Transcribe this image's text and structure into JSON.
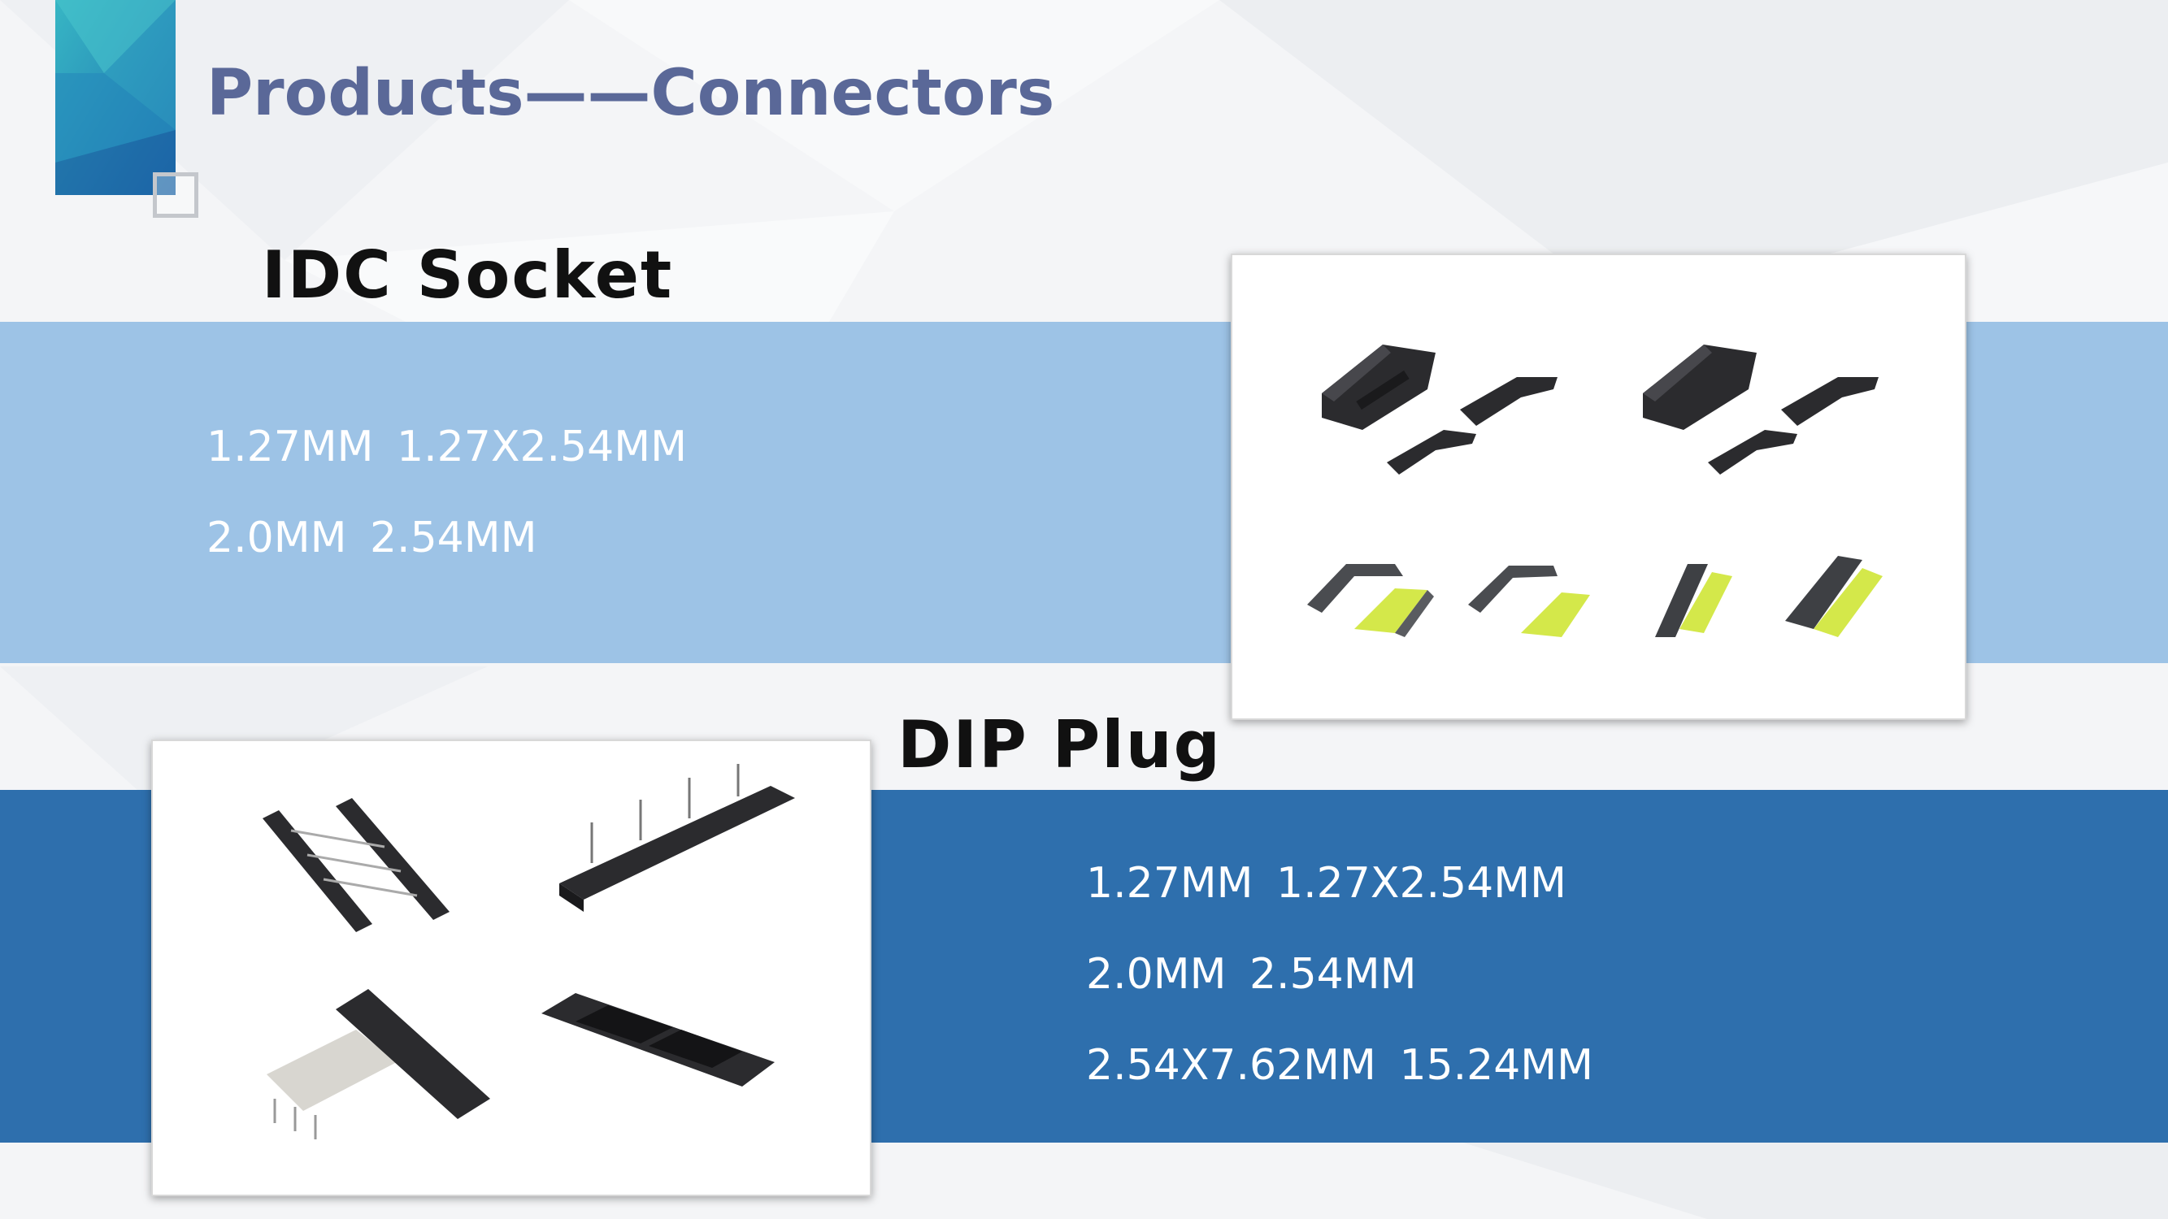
{
  "header": {
    "title": "Products——Connectors"
  },
  "idc_socket": {
    "heading": "IDC Socket",
    "specs": [
      "1.27MM  1.27X2.54MM",
      "2.0MM  2.54MM"
    ]
  },
  "dip_plug": {
    "heading": "DIP Plug",
    "specs": [
      "1.27MM  1.27X2.54MM",
      "2.0MM  2.54MM",
      "2.54X7.62MM  15.24MM"
    ]
  },
  "colors": {
    "title": "#5a6898",
    "band_light": "#9dc3e6",
    "band_dark": "#2e6fad",
    "accent_teal": "#2aa3b8",
    "contact_yellow": "#d4e84a"
  }
}
